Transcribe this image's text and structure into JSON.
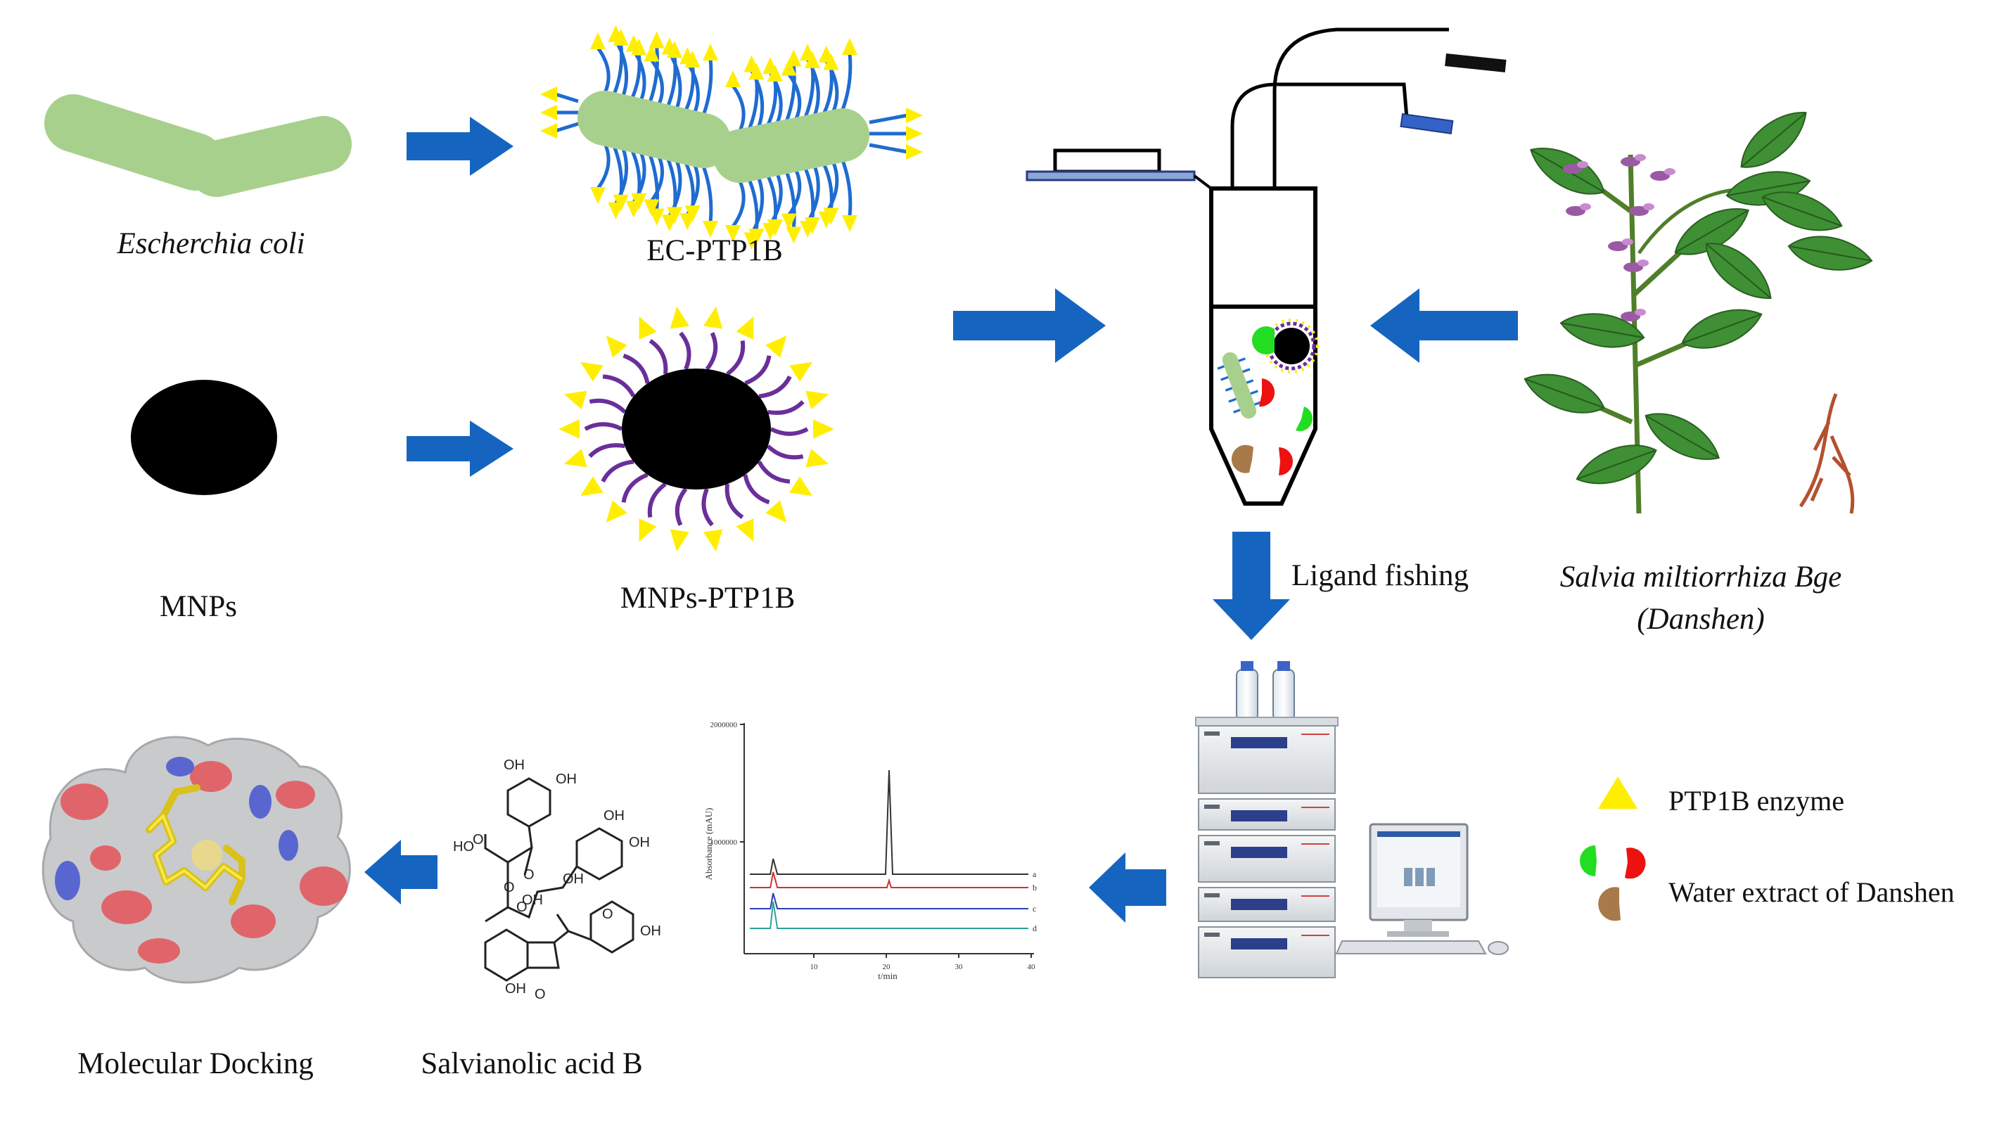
{
  "labels": {
    "escherichia_coli": "Escherchia coli",
    "ec_ptp1b": "EC-PTP1B",
    "mnps": "MNPs",
    "mnps_ptp1b": "MNPs-PTP1B",
    "ligand_fishing": "Ligand fishing",
    "salvia_line1": "Salvia miltiorrhiza Bge",
    "salvia_line2": "(Danshen)",
    "molecular_docking": "Molecular Docking",
    "salvianolic_acid_b": "Salvianolic acid B"
  },
  "legend": {
    "enzyme": "PTP1B enzyme",
    "extract": "Water extract of Danshen"
  },
  "chromatogram": {
    "ylabel": "Absorbance (mAU)",
    "xlabel": "t/min",
    "y_ticks": [
      "2000000",
      "1000000"
    ],
    "x_ticks": [
      "10",
      "20",
      "30",
      "40"
    ],
    "trace_labels": [
      "a",
      "b",
      "c",
      "d"
    ],
    "trace_colors": [
      "#333333",
      "#d03030",
      "#2a3fb0",
      "#2aa39a"
    ]
  },
  "structure_text": [
    "OH",
    "OH",
    "HO",
    "O",
    "O",
    "O",
    "OH",
    "O",
    "OH",
    "OH",
    "OH",
    "O",
    "OH",
    "O",
    "OH"
  ],
  "colors": {
    "arrow": "#1565c0",
    "bacterium": "#a8d08d",
    "triangle": "#ffee00",
    "linker_ecoli": "#1f6bd1",
    "linker_mnp": "#6a2f9a",
    "extract_green": "#22dd22",
    "extract_red": "#ee1111",
    "extract_brown": "#a87a4a"
  }
}
